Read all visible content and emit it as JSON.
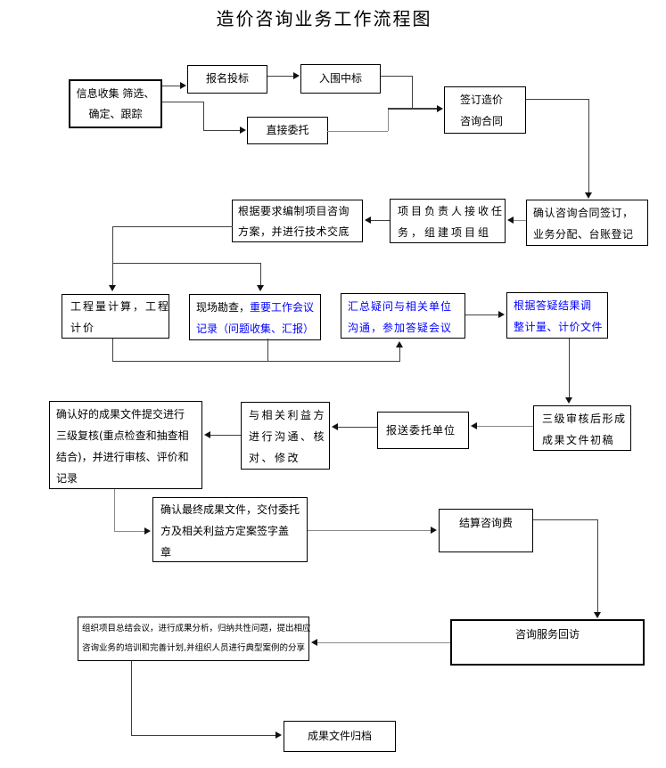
{
  "title": "造价咨询业务工作流程图",
  "colors": {
    "text": "#000000",
    "highlight_blue": "#0000FF",
    "box_border": "#000000",
    "line_dark": "#3f3f3f",
    "line_gray": "#8a8a8a",
    "background": "#ffffff"
  },
  "boxes": {
    "info_collection": {
      "lines": [
        "信息收集 筛选、",
        "确定、跟踪"
      ]
    },
    "signup_bid": {
      "lines": [
        "报名投标"
      ]
    },
    "shortlist_win": {
      "lines": [
        "入围中标"
      ]
    },
    "direct_commission": {
      "lines": [
        "直接委托"
      ]
    },
    "sign_contract": {
      "lines": [
        "签订造价",
        "咨询合同"
      ]
    },
    "confirm_contract": {
      "lines": [
        "确认咨询合同签订，",
        "业务分配、台账登记"
      ]
    },
    "project_leader": {
      "lines": [
        "项目负责人接收任",
        "务，组建项目组"
      ]
    },
    "prepare_plan": {
      "lines": [
        "根据要求编制项目咨询",
        "方案，并进行技术交底"
      ]
    },
    "quantity_pricing": {
      "lines": [
        "工程量计算，工程",
        "计价"
      ]
    },
    "site_survey": {
      "line1_black": "现场勘查，",
      "line1_blue": "重要工作会议",
      "line2_blue": "记录（问题收集、汇报）"
    },
    "summarize_questions": {
      "lines": [
        "汇总疑问与相关单位",
        "沟通，参加答疑会议"
      ]
    },
    "adjust_documents": {
      "lines": [
        "根据答疑结果调",
        "整计量、计价文件"
      ]
    },
    "three_level_review": {
      "lines": [
        "三级审核后形成",
        "成果文件初稿"
      ]
    },
    "submit_to_client": {
      "lines": [
        "报送委托单位"
      ]
    },
    "stakeholder_communication": {
      "lines": [
        "与相关利益方",
        "进行沟通、核",
        "对、修改"
      ]
    },
    "confirm_and_recheck": {
      "lines": [
        "确认好的成果文件提交进行",
        "三级复核(重点检查和抽查相",
        "结合)，并进行审核、评价和",
        "记录"
      ]
    },
    "confirm_final_delivery": {
      "lines": [
        "确认最终成果文件，交付委托",
        "方及相关利益方定案签字盖",
        "章"
      ]
    },
    "settle_fee": {
      "lines": [
        "结算咨询费"
      ]
    },
    "service_followup": {
      "lines": [
        "咨询服务回访"
      ]
    },
    "project_summary": {
      "lines": [
        "组织项目总结会议，进行成果分析，归纳共性问题，提出相应",
        "咨询业务的培训和完善计划,并组织人员进行典型案例的分享"
      ]
    },
    "archive_results": {
      "lines": [
        "成果文件归档"
      ]
    }
  }
}
